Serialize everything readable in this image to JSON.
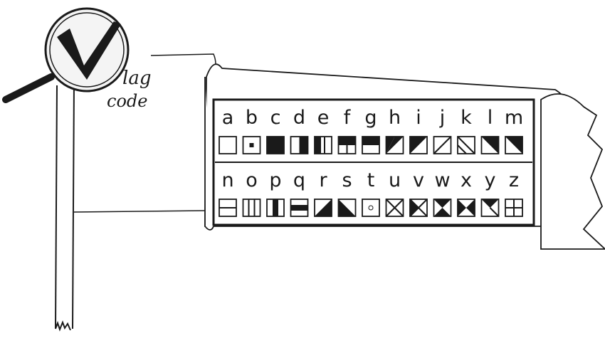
{
  "logo": {
    "letter": "v",
    "caption_line1": "lag",
    "caption_line2": "code"
  },
  "colors": {
    "ink": "#1a1a1a",
    "paper": "#ffffff"
  },
  "flag_code": {
    "rows": [
      {
        "letters": [
          "a",
          "b",
          "c",
          "d",
          "e",
          "f",
          "g",
          "h",
          "i",
          "j",
          "k",
          "l",
          "m"
        ],
        "patterns": [
          "empty",
          "dot",
          "full",
          "vsplit-right",
          "vsplit-left-bar",
          "corner-tr",
          "hsplit-bottom",
          "diag-bl",
          "diag-bl2",
          "diag-line",
          "diag-line2",
          "diag-tr",
          "diag-br"
        ]
      },
      {
        "letters": [
          "n",
          "o",
          "p",
          "q",
          "r",
          "s",
          "t",
          "u",
          "v",
          "w",
          "x",
          "y",
          "z"
        ],
        "patterns": [
          "hsplit-line",
          "vbars",
          "vbars2",
          "hbar-mid",
          "diag-tl",
          "diag-tr-full",
          "small-dot",
          "x-cross",
          "x-cross-fill",
          "x-fill-tb",
          "x-fill-lr",
          "diag-fill",
          "grid-cross"
        ]
      }
    ]
  }
}
